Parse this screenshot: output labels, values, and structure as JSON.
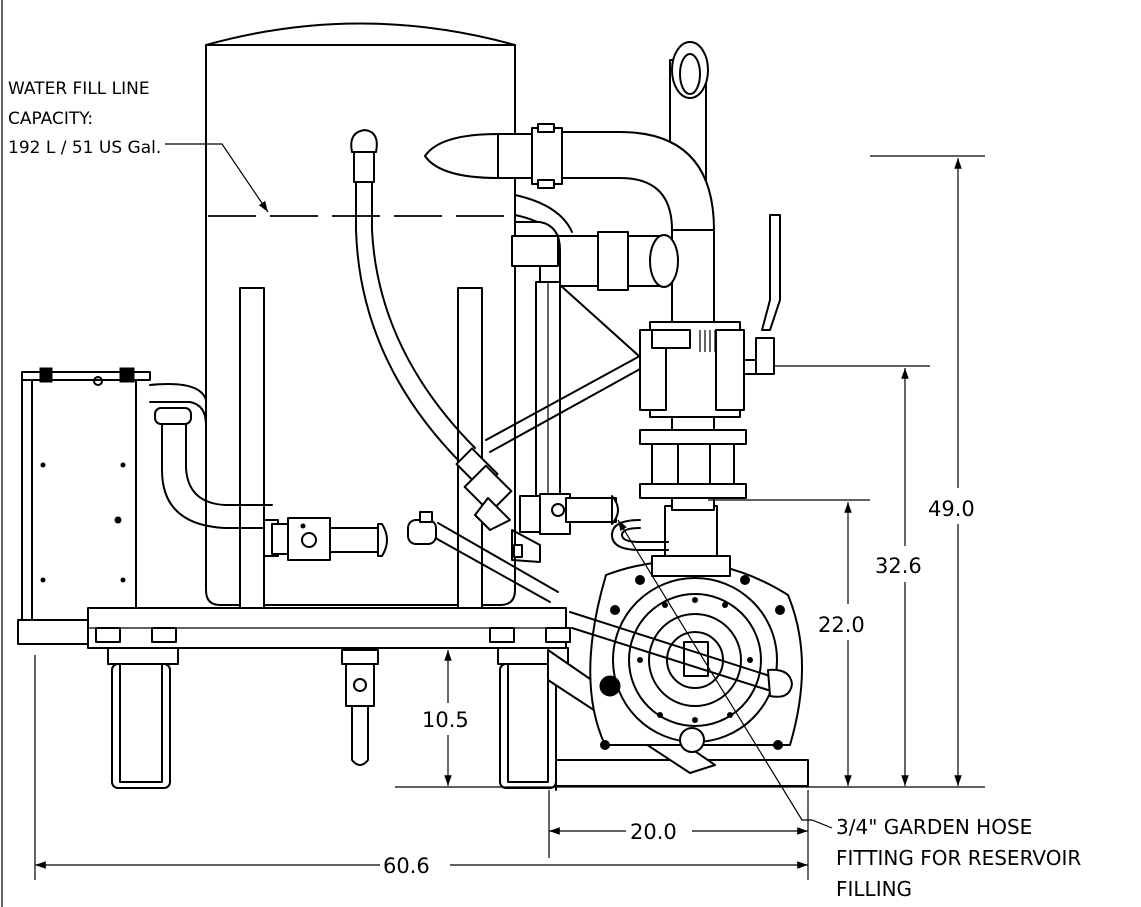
{
  "callouts": {
    "water_fill": [
      "WATER FILL LINE",
      "CAPACITY:",
      "192 L / 51 US Gal."
    ],
    "hose_fitting": [
      "3/4\" GARDEN HOSE",
      "FITTING FOR RESERVOIR",
      "FILLING"
    ]
  },
  "dimensions": {
    "overall_width": "60.6",
    "pump_base_width": "20.0",
    "base_height": "10.5",
    "pump_inlet_height": "22.0",
    "valve_height": "32.6",
    "overall_height": "49.0"
  }
}
